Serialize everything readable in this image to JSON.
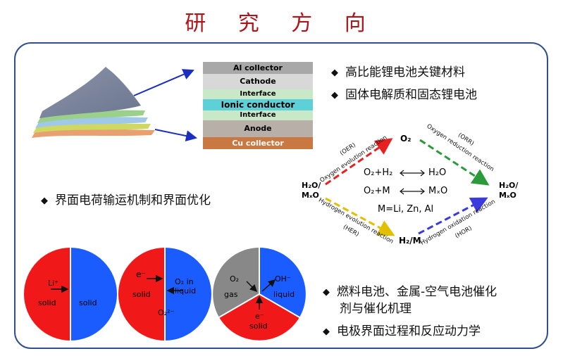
{
  "title": "研 究 方 向",
  "bullets": {
    "b1": "高比能锂电池关键材料",
    "b2": "固体电解质和固态锂电池",
    "b3": "界面电荷输运机制和界面优化",
    "b4_line1": "燃料电池、金属-空气电池催化",
    "b4_line2": "剂与催化机理",
    "b5": "电极界面过程和反应动力学"
  },
  "battery_layers": [
    {
      "label": "Al collector",
      "color": "#a8a8a8"
    },
    {
      "label": "Cathode",
      "color": "#d8d8d8"
    },
    {
      "label": "Interface",
      "color": "#c8e8c8"
    },
    {
      "label": "Ionic conductor",
      "color": "#5ed0d8"
    },
    {
      "label": "Interface",
      "color": "#c8e8c8"
    },
    {
      "label": "Anode",
      "color": "#b8b0a8"
    },
    {
      "label": "Cu collector",
      "color": "#c87840"
    }
  ],
  "reaction_diagram": {
    "left_node_line1": "H₂O/",
    "left_node_line2": "MₓO",
    "right_node_line1": "H₂O/",
    "right_node_line2": "MₓO",
    "top_node": "O₂",
    "bottom_node": "H₂/M",
    "oer_abbr": "(OER)",
    "oer_label": "Oxygen evolution reaction",
    "orr_abbr": "(ORR)",
    "orr_label": "Oxygen reduction reaction",
    "her_label": "Hydrogen evolution reaction",
    "her_abbr": "(HER)",
    "hor_label": "Hydrogen oxidation reaction",
    "hor_abbr": "(HOR)",
    "eq1_left": "O₂+H₂",
    "eq1_right": "H₂O",
    "eq2_left": "O₂+M",
    "eq2_right": "MₓO",
    "metals": "M=Li, Zn, Al",
    "colors": {
      "oer": "#e82020",
      "orr": "#2a9a3a",
      "her": "#e0c000",
      "hor": "#3a3ae0"
    }
  },
  "interfaces": {
    "c1_ion": "Li⁺",
    "c1_left": "solid",
    "c1_right": "solid",
    "c2_electron": "e⁻",
    "c2_left": "solid",
    "c2_right_line1": "O₂ in",
    "c2_right_line2": "liquid",
    "c2_bottom": "O₂²⁻",
    "c3_gas_species": "O₂",
    "c3_gas": "gas",
    "c3_ion": "OH⁻",
    "c3_liquid": "liquid",
    "c3_electron": "e⁻",
    "c3_solid": "solid",
    "colors": {
      "solid_red": "#f01818",
      "liquid_blue": "#1a5cff",
      "gas_gray": "#888888"
    }
  }
}
